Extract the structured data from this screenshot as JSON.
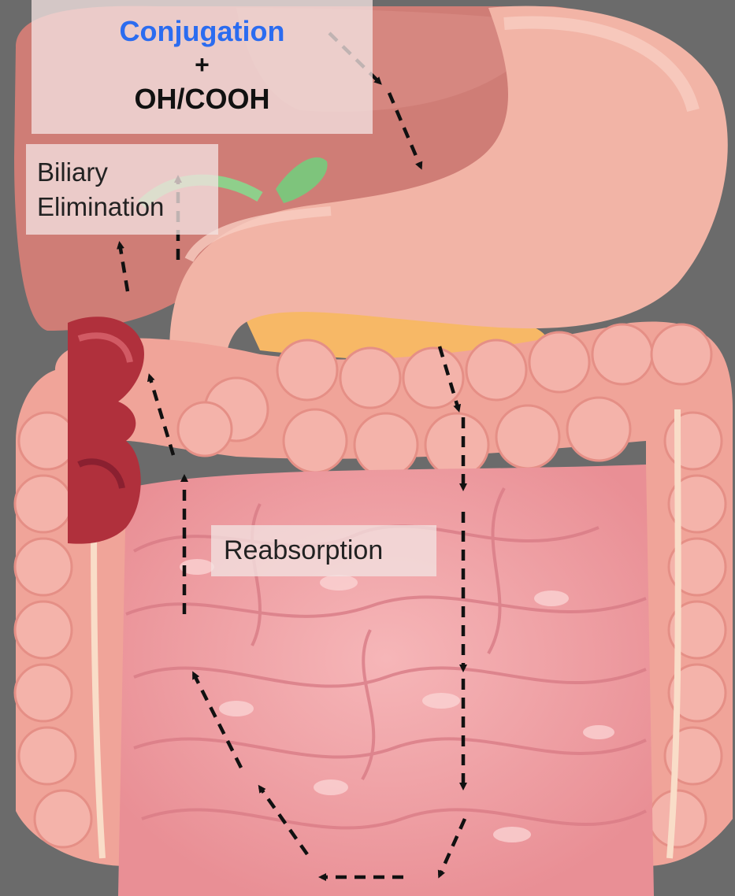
{
  "labels": {
    "conjugation": "Conjugation",
    "plus": "+",
    "groups": "OH/COOH",
    "biliary_line1": "Biliary",
    "biliary_line2": "Elimination",
    "reabsorption": "Reabsorption"
  },
  "colors": {
    "background": "#6b6b6b",
    "liver": "#cf7d76",
    "stomach": "#f2b4a6",
    "small_intestine": "#ef9ea0",
    "large_intestine": "#f0a499",
    "pancreas": "#f7b866",
    "gallbladder": "#7ec47c",
    "kidney": "#b0303c",
    "conjugation_text": "#2b6cf0",
    "arrows": "#111111"
  },
  "icons": [
    "liver-organ",
    "stomach-organ",
    "gallbladder-organ",
    "pancreas-organ",
    "kidney-organ",
    "small-intestine-organ",
    "large-intestine-organ"
  ]
}
